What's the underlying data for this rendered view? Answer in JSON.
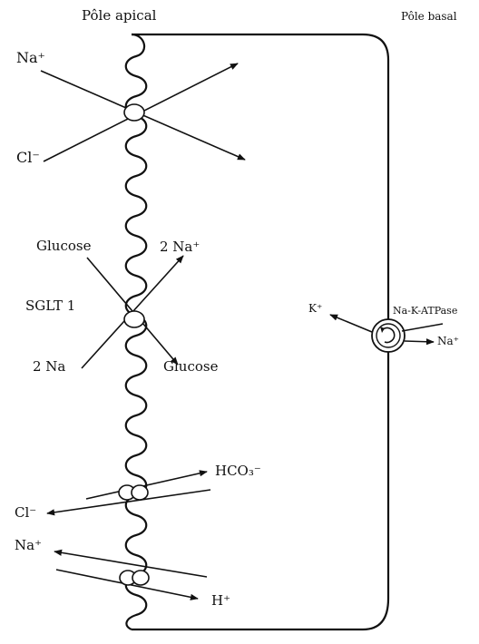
{
  "poles": {
    "apical": "Pôle apical",
    "basal": "Pôle basal"
  },
  "channels": {
    "na_cl": {
      "na": "Na⁺",
      "cl": "Cl⁻"
    },
    "sglt": {
      "name": "SGLT 1",
      "glucose_in": "Glucose",
      "na_out": "2 Na⁺",
      "na_in": "2 Na",
      "glucose_out": "Glucose"
    },
    "cl_hco3": {
      "cl": "Cl⁻",
      "hco3": "HCO₃⁻"
    },
    "na_h": {
      "na": "Na⁺",
      "h": "H⁺"
    },
    "pump": {
      "name": "Na-K-ATPase",
      "k": "K⁺",
      "na": "Na⁺"
    }
  },
  "colors": {
    "ink": "#111111",
    "background": "#ffffff"
  }
}
